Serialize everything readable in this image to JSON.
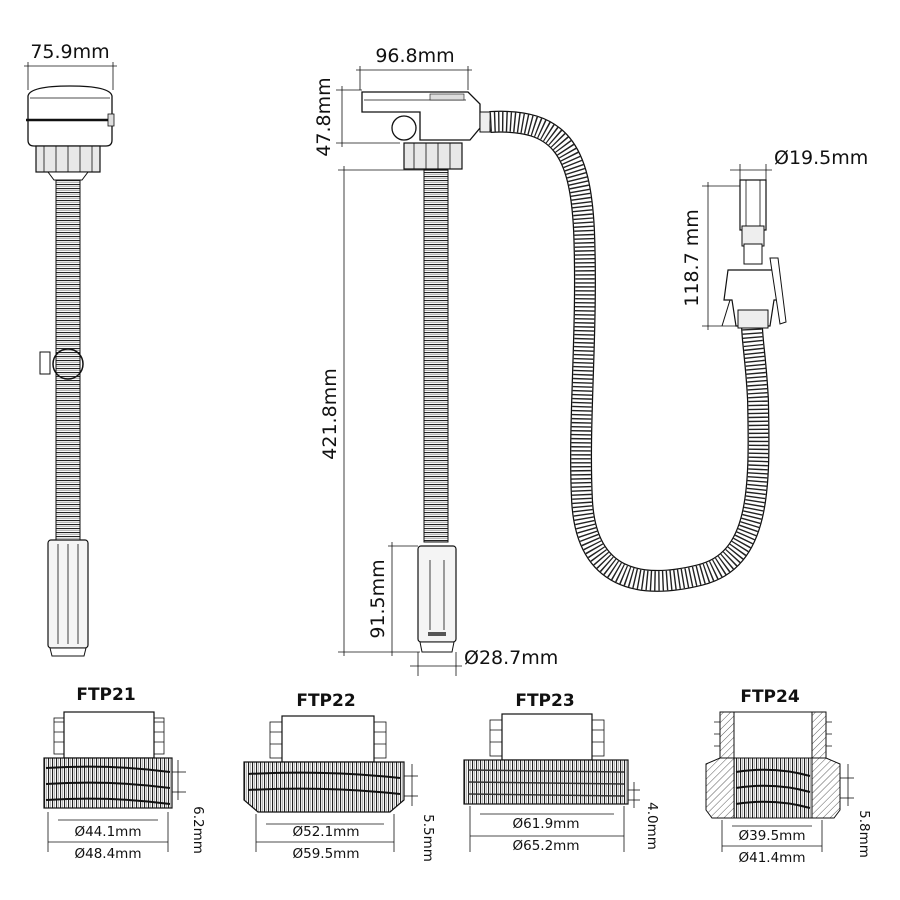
{
  "pump_side": {
    "width": "75.9mm"
  },
  "pump_front": {
    "width": "96.8mm",
    "head_height": "47.8mm",
    "tube_length": "421.8mm",
    "filter_length": "91.5mm",
    "filter_diameter": "Ø28.7mm"
  },
  "nozzle": {
    "diameter": "Ø19.5mm",
    "length": "118.7 mm"
  },
  "adapters": [
    {
      "title": "FTP21",
      "inner": "Ø44.1mm",
      "outer": "Ø48.4mm",
      "pitch": "6.2mm"
    },
    {
      "title": "FTP22",
      "inner": "Ø52.1mm",
      "outer": "Ø59.5mm",
      "pitch": "5.5mm"
    },
    {
      "title": "FTP23",
      "inner": "Ø61.9mm",
      "outer": "Ø65.2mm",
      "pitch": "4.0mm"
    },
    {
      "title": "FTP24",
      "inner": "Ø39.5mm",
      "outer": "Ø41.4mm",
      "pitch": "5.8mm"
    }
  ]
}
